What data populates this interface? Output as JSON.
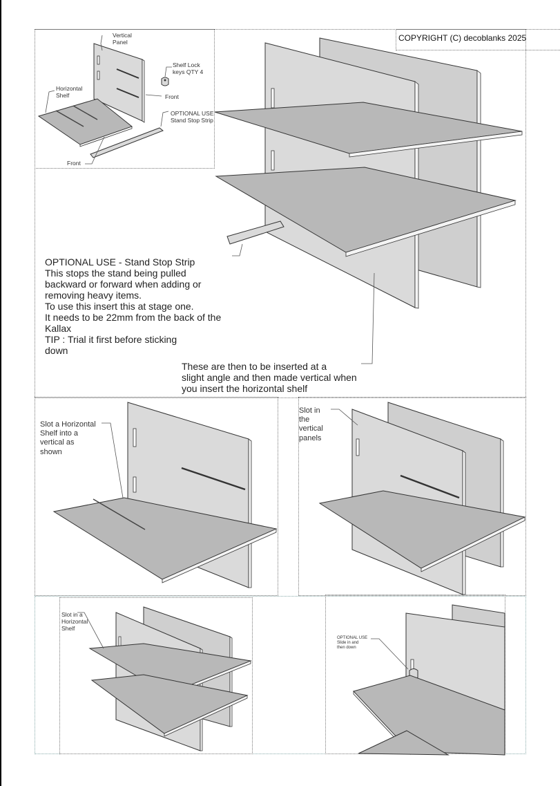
{
  "copyright": "COPYRIGHT (C) decoblanks 2025",
  "parts_labels": {
    "vertical_panel": "Vertical\nPanel",
    "shelf_lock": "Shelf Lock\nkeys QTY 4",
    "front_panel": "Front",
    "horizontal_shelf": "Horizontal\nShelf",
    "optional_strip": "OPTIONAL USE\nStand Stop Strip",
    "front_shelf": "Front"
  },
  "optional_note": {
    "heading": "OPTIONAL USE - Stand Stop Strip",
    "lines": [
      "This stops the stand being pulled",
      "backward or forward when adding or",
      "removing heavy items.",
      "To use this insert this at stage one.",
      "It needs to be 22mm from the back of the",
      "Kallax",
      "TIP : Trial it first before sticking",
      "down"
    ]
  },
  "insert_note": {
    "lines": [
      "These are then to be inserted at a",
      "slight angle and then made vertical when",
      "you insert the horizontal shelf"
    ]
  },
  "step1_label": "Slot a Horizontal\nShelf into a\nvertical as\nshown",
  "step2_label": "Slot in\nthe\nvertical\npanels",
  "step3_label": "Slot in a\nHorizontal\nShelf",
  "step4_label": "OPTIONAL USE\nSlide in and\nthen down"
}
